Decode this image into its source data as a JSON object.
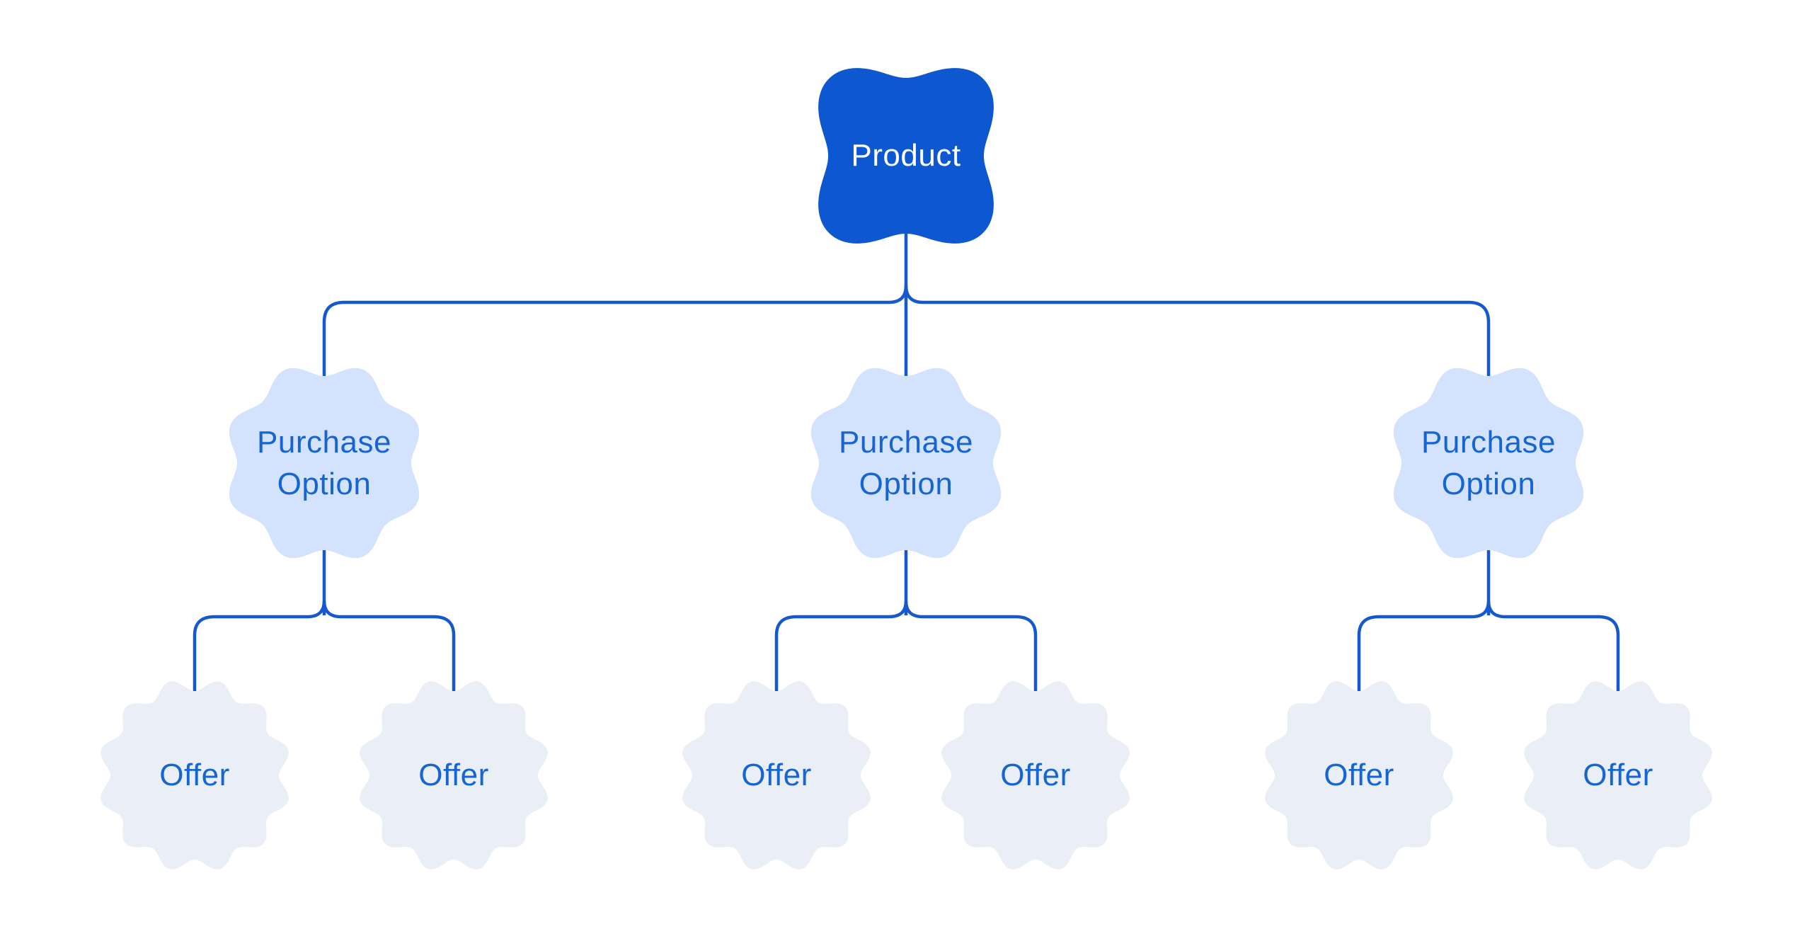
{
  "diagram": {
    "root": {
      "label": "Product"
    },
    "branches": [
      {
        "option": {
          "label": "Purchase Option"
        },
        "offers": [
          {
            "label": "Offer"
          },
          {
            "label": "Offer"
          }
        ]
      },
      {
        "option": {
          "label": "Purchase Option"
        },
        "offers": [
          {
            "label": "Offer"
          },
          {
            "label": "Offer"
          }
        ]
      },
      {
        "option": {
          "label": "Purchase Option"
        },
        "offers": [
          {
            "label": "Offer"
          },
          {
            "label": "Offer"
          }
        ]
      }
    ],
    "colors": {
      "background": "#FFFFFF",
      "root_fill": "#0D58D0",
      "root_text": "#FFFFFF",
      "option_fill": "#D3E3FD",
      "offer_fill": "#E9EEF7",
      "node_text": "#1765D2",
      "connector": "#1659CE"
    }
  }
}
